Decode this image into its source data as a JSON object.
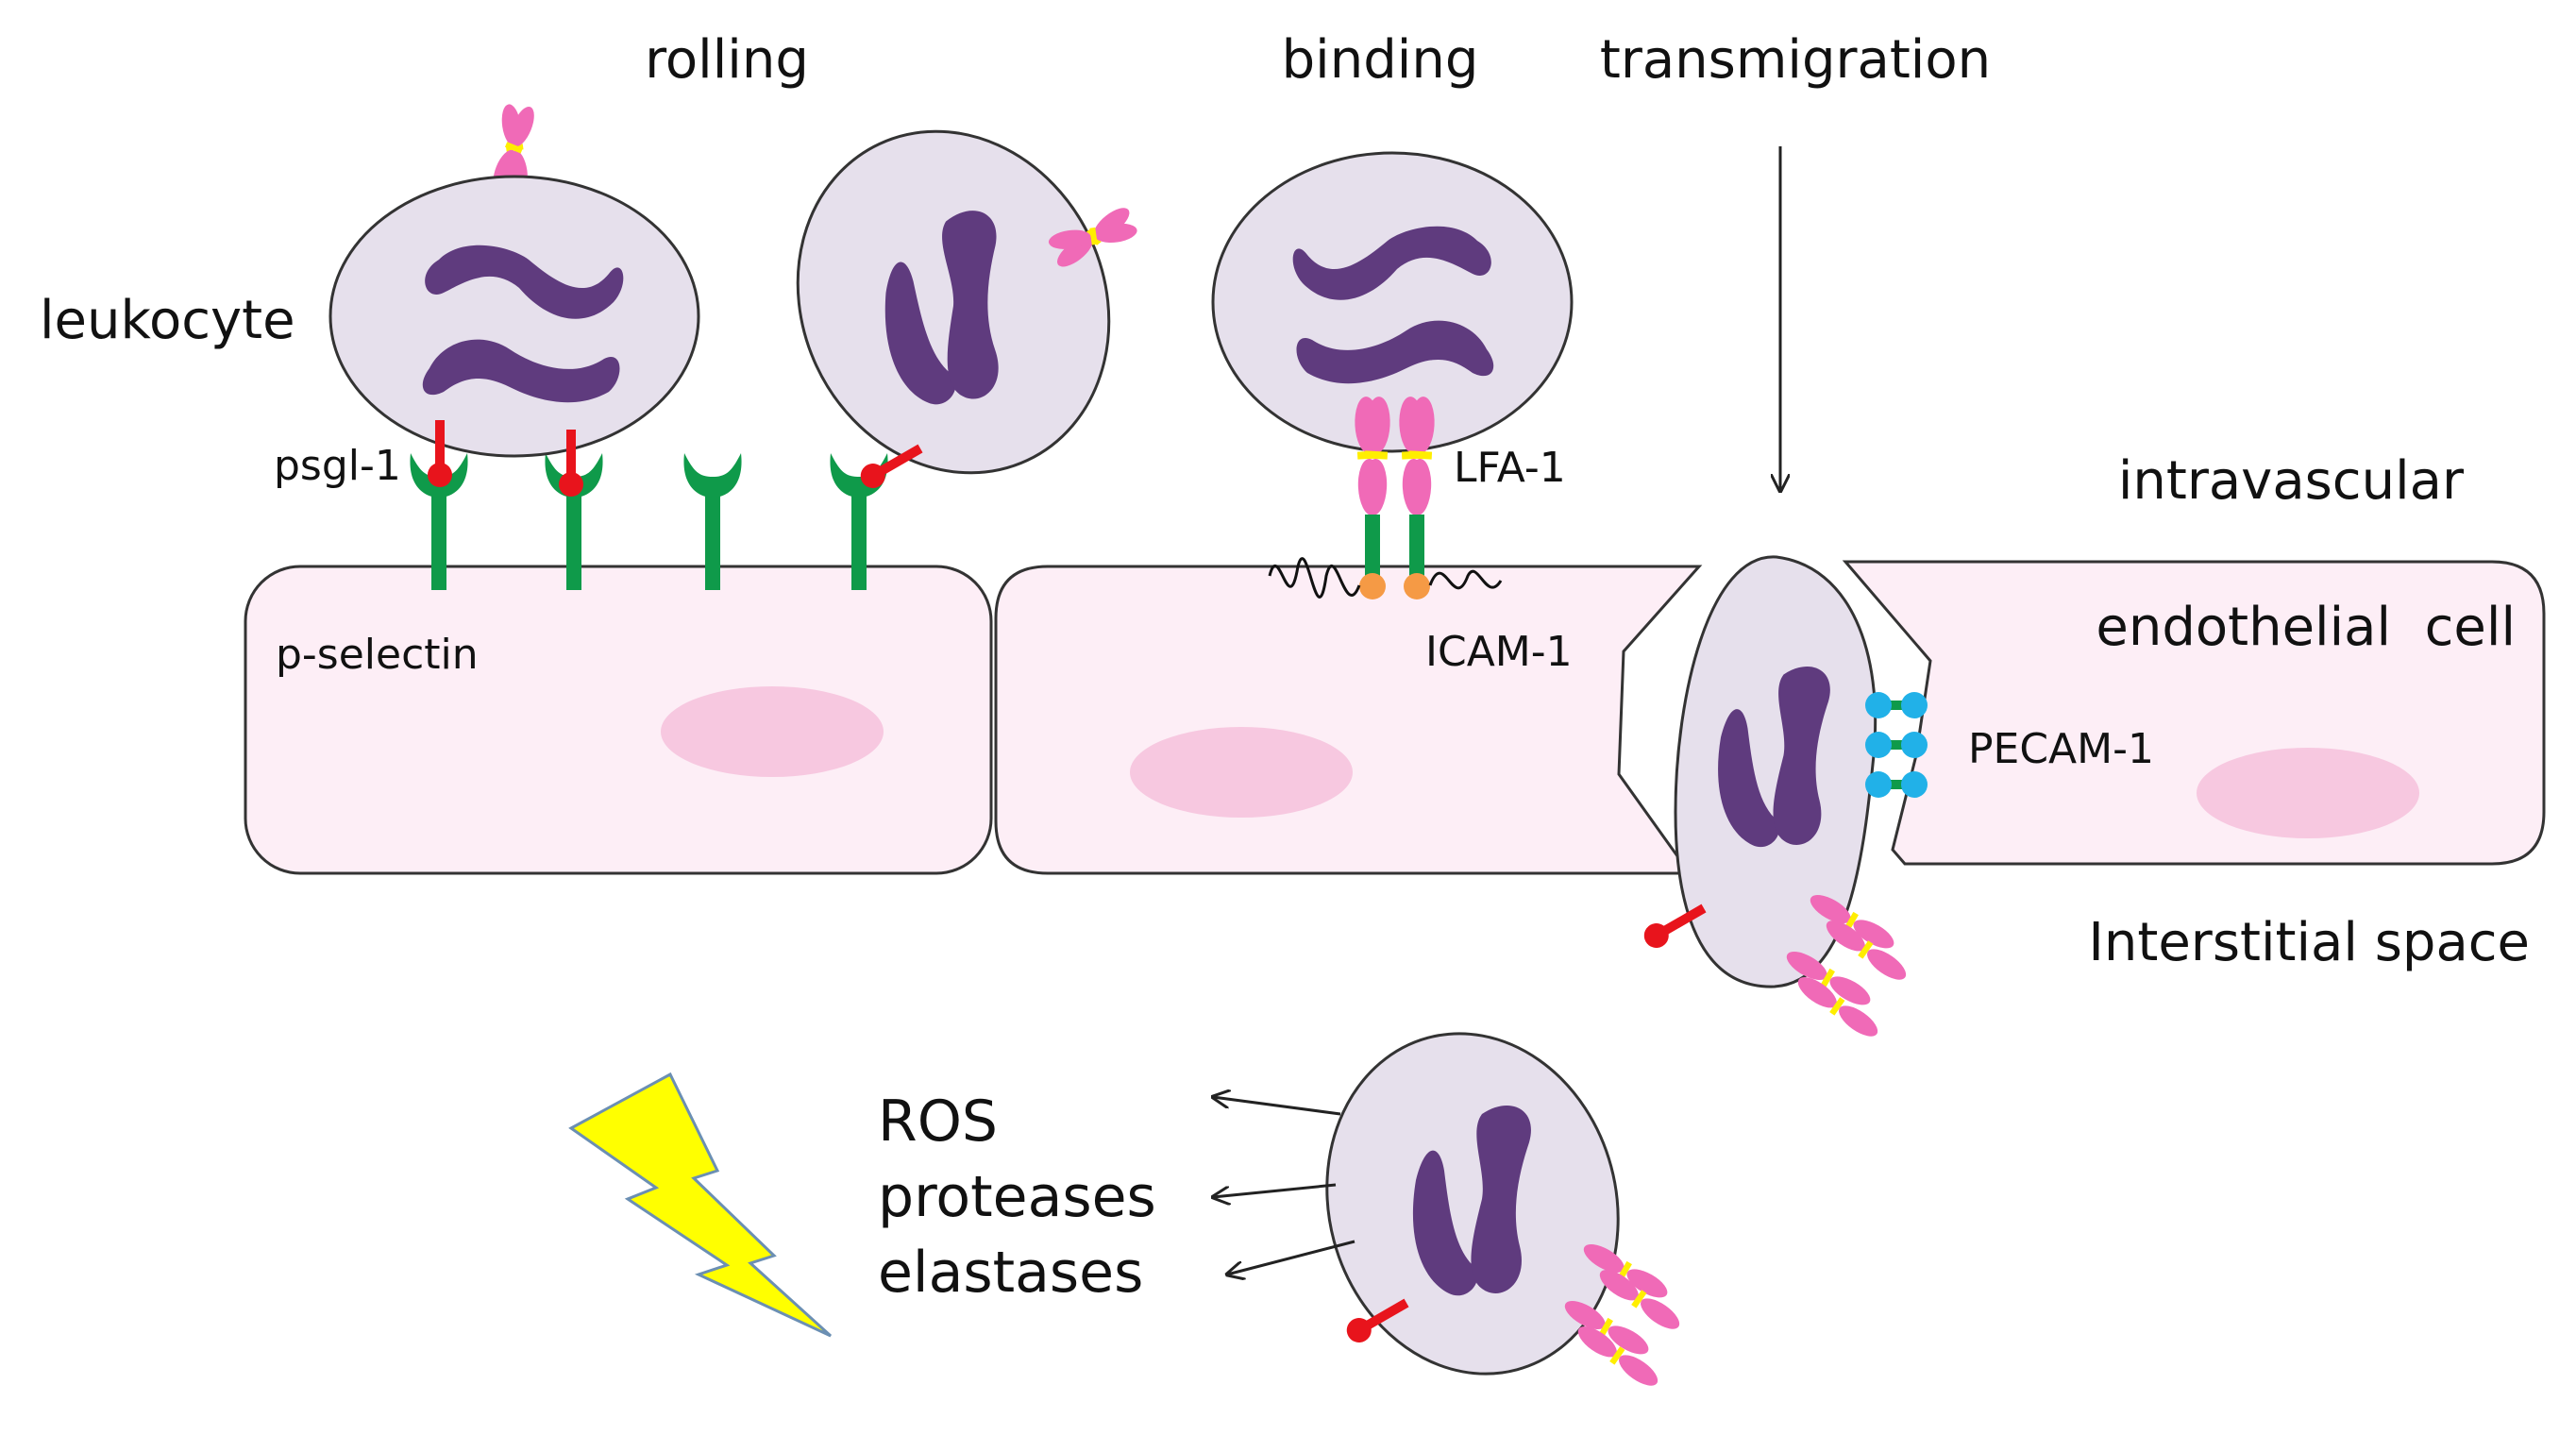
{
  "stages": {
    "rolling": "rolling",
    "binding": "binding",
    "transmigration": "transmigration"
  },
  "cell_labels": {
    "leukocyte": "leukocyte",
    "endothelial_cell": "endothelial  cell",
    "intravascular": "intravascular",
    "interstitial_space": "Interstitial space"
  },
  "molecules": {
    "psgl1": "psgl-1",
    "p_selectin": "p-selectin",
    "lfa1": "LFA-1",
    "icam1": "ICAM-1",
    "pecam1": "PECAM-1"
  },
  "products": [
    "ROS",
    "proteases",
    "elastases"
  ],
  "colors": {
    "leukocyte_fill": "#e6e0ec",
    "nucleus": "#5f3b7e",
    "endothelium_fill": "#fdeef6",
    "endothelium_nucleus": "#f7c8e0",
    "selectin": "#0f9a4a",
    "psgl1": "#e8141c",
    "integrin": "#f06ab7",
    "integrin_hinge": "#ffee00",
    "icam_stalk": "#0f9a4a",
    "icam_tip": "#f59a45",
    "pecam": "#21b1e8",
    "lightning": "#ffff00"
  },
  "icons": {
    "lightning": "lightning-bolt-icon",
    "arrow": "arrow-icon"
  }
}
